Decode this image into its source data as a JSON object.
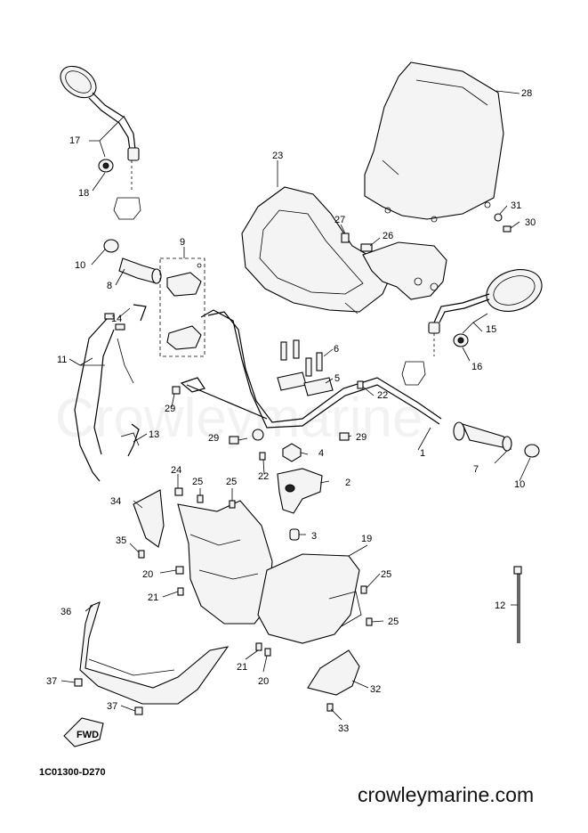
{
  "diagram": {
    "code": "1C01300-D270",
    "watermark": "Crowleymarine",
    "brand": "crowleymarine.com",
    "fwd_label": "FWD",
    "callouts": [
      {
        "id": "c1",
        "label": "1"
      },
      {
        "id": "c2",
        "label": "2"
      },
      {
        "id": "c3",
        "label": "3"
      },
      {
        "id": "c4",
        "label": "4"
      },
      {
        "id": "c5",
        "label": "5"
      },
      {
        "id": "c6",
        "label": "6"
      },
      {
        "id": "c7",
        "label": "7"
      },
      {
        "id": "c8",
        "label": "8"
      },
      {
        "id": "c9",
        "label": "9"
      },
      {
        "id": "c10a",
        "label": "10"
      },
      {
        "id": "c10b",
        "label": "10"
      },
      {
        "id": "c11",
        "label": "11"
      },
      {
        "id": "c12",
        "label": "12"
      },
      {
        "id": "c13",
        "label": "13"
      },
      {
        "id": "c14",
        "label": "14"
      },
      {
        "id": "c15",
        "label": "15"
      },
      {
        "id": "c16",
        "label": "16"
      },
      {
        "id": "c17",
        "label": "17"
      },
      {
        "id": "c18",
        "label": "18"
      },
      {
        "id": "c19",
        "label": "19"
      },
      {
        "id": "c20a",
        "label": "20"
      },
      {
        "id": "c20b",
        "label": "20"
      },
      {
        "id": "c21a",
        "label": "21"
      },
      {
        "id": "c21b",
        "label": "21"
      },
      {
        "id": "c22a",
        "label": "22"
      },
      {
        "id": "c22b",
        "label": "22"
      },
      {
        "id": "c23",
        "label": "23"
      },
      {
        "id": "c24",
        "label": "24"
      },
      {
        "id": "c25a",
        "label": "25"
      },
      {
        "id": "c25b",
        "label": "25"
      },
      {
        "id": "c25c",
        "label": "25"
      },
      {
        "id": "c25d",
        "label": "25"
      },
      {
        "id": "c26",
        "label": "26"
      },
      {
        "id": "c27",
        "label": "27"
      },
      {
        "id": "c28",
        "label": "28"
      },
      {
        "id": "c29a",
        "label": "29"
      },
      {
        "id": "c29b",
        "label": "29"
      },
      {
        "id": "c29c",
        "label": "29"
      },
      {
        "id": "c30",
        "label": "30"
      },
      {
        "id": "c31",
        "label": "31"
      },
      {
        "id": "c32",
        "label": "32"
      },
      {
        "id": "c33",
        "label": "33"
      },
      {
        "id": "c34",
        "label": "34"
      },
      {
        "id": "c35",
        "label": "35"
      },
      {
        "id": "c36",
        "label": "36"
      },
      {
        "id": "c37a",
        "label": "37"
      },
      {
        "id": "c37b",
        "label": "37"
      }
    ]
  }
}
